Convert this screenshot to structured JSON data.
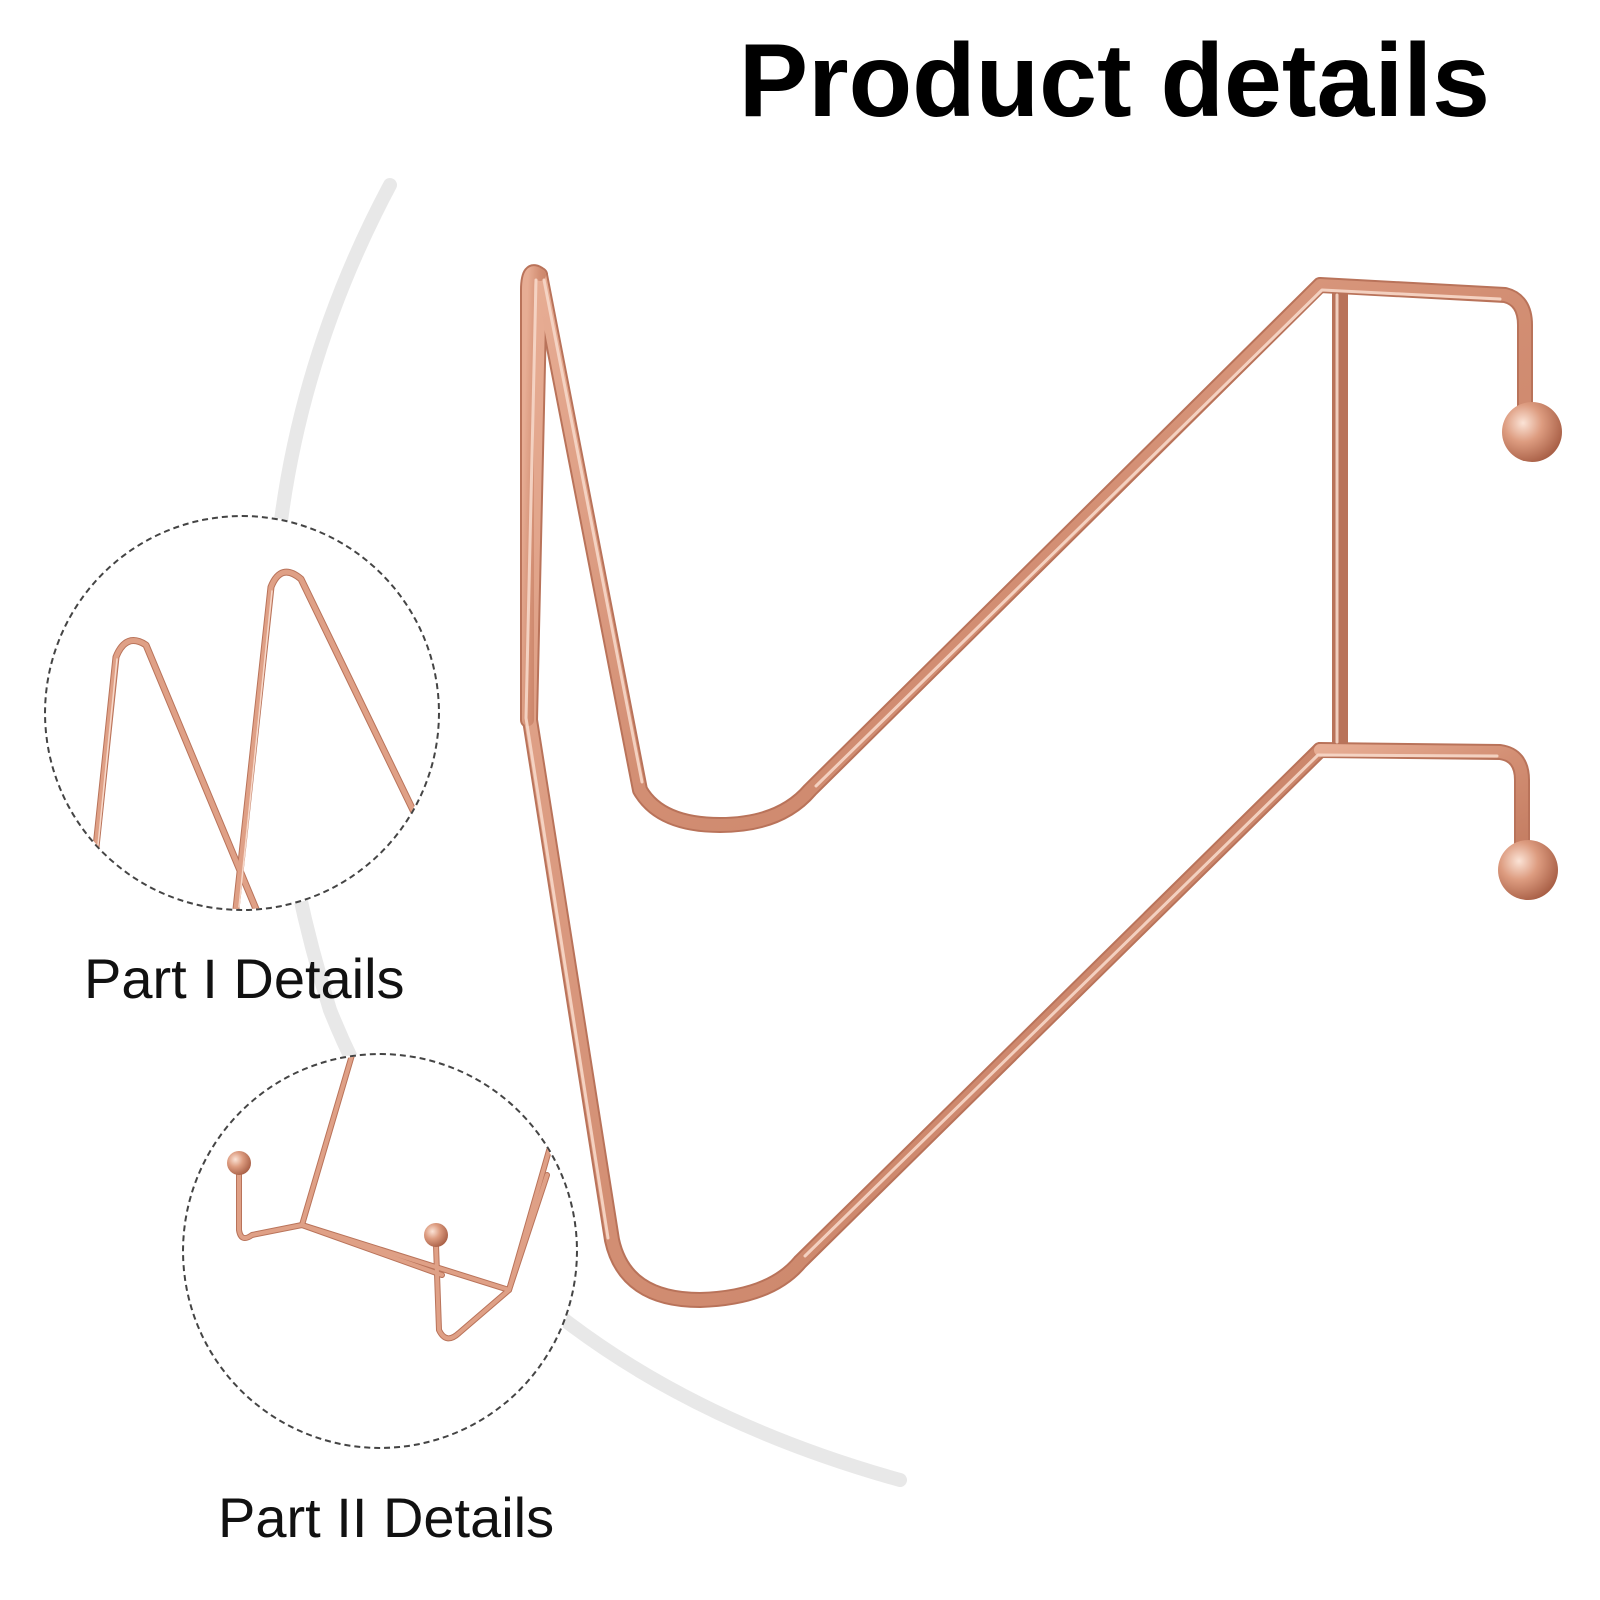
{
  "header": {
    "title": "Product details"
  },
  "details": [
    {
      "label": "Part I Details"
    },
    {
      "label": "Part II Details"
    }
  ],
  "colors": {
    "wire": "#d9997f",
    "wire_highlight": "#f6d3c2",
    "wire_shadow": "#b06a52",
    "arc": "#e6e6e6",
    "title": "#000000"
  }
}
